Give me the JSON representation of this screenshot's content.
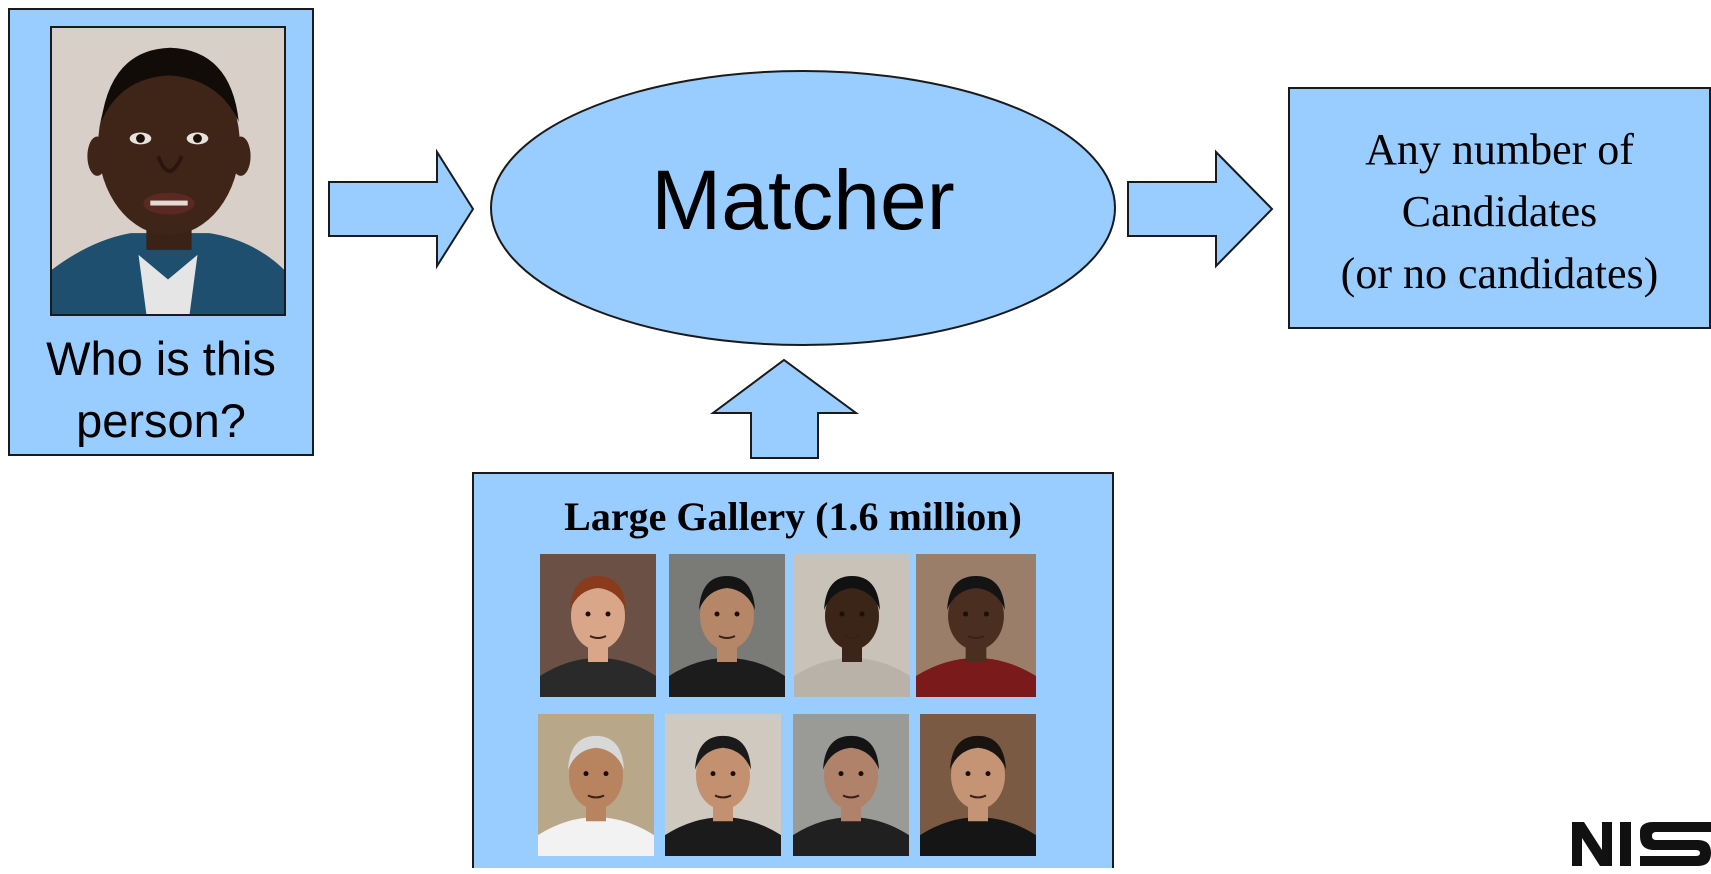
{
  "probe": {
    "caption": "Who is this\nperson?"
  },
  "matcher": {
    "label": "Matcher"
  },
  "result": {
    "text": "Any number of\nCandidates\n(or no candidates)"
  },
  "gallery": {
    "title": "Large Gallery (1.6 million)",
    "photos": [
      {
        "bg": "#6b5046",
        "skin": "#d9a68a",
        "hair": "#8a3b1e",
        "shirt": "#2a2a2a"
      },
      {
        "bg": "#7a7a76",
        "skin": "#b58668",
        "hair": "#151515",
        "shirt": "#1c1c1c"
      },
      {
        "bg": "#c8c2b8",
        "skin": "#3b2418",
        "hair": "#111111",
        "shirt": "#b8b2a8"
      },
      {
        "bg": "#9b7e6a",
        "skin": "#4a2e20",
        "hair": "#141414",
        "shirt": "#7a1a1a"
      },
      {
        "bg": "#b9a78a",
        "skin": "#b88460",
        "hair": "#d8d8d8",
        "shirt": "#f2f2f2"
      },
      {
        "bg": "#cfc9bf",
        "skin": "#c39070",
        "hair": "#1a1a1a",
        "shirt": "#1b1b1b"
      },
      {
        "bg": "#9a9a96",
        "skin": "#b0826a",
        "hair": "#141414",
        "shirt": "#202020"
      },
      {
        "bg": "#7a5a42",
        "skin": "#c49474",
        "hair": "#1a1410",
        "shirt": "#151515"
      }
    ]
  },
  "logo": {
    "text": "NIS"
  },
  "colors": {
    "box_fill": "#99ccff",
    "outline": "#1a1a1a"
  }
}
